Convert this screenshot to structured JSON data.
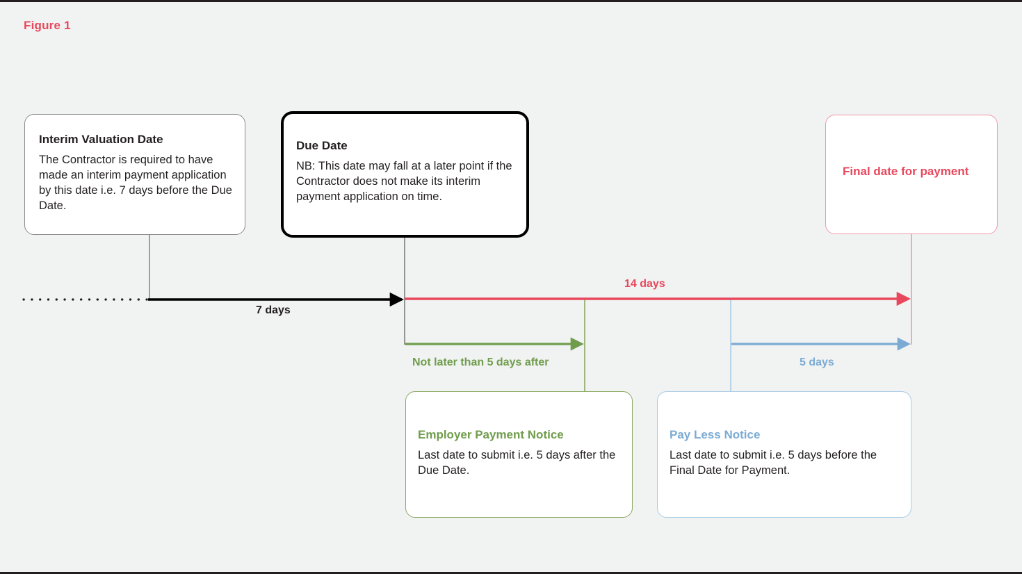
{
  "figure": {
    "label": "Figure 1",
    "accent_red": "#e8475c",
    "accent_green": "#709d4d",
    "accent_blue": "#7babd4",
    "accent_black": "#000000",
    "background": "#f1f2f2"
  },
  "nodes": {
    "interim_valuation": {
      "title": "Interim Valuation Date",
      "body": "The Contractor is required to have made an interim payment application by this date i.e. 7 days before the Due Date."
    },
    "due_date": {
      "title": "Due Date",
      "body": "NB: This date may fall at a later point if the Contractor does not make its interim payment application on time."
    },
    "final_date": {
      "title": "Final date for payment",
      "body": ""
    },
    "employer_payment_notice": {
      "title": "Employer Payment Notice",
      "body": "Last date to submit i.e. 5 days after the Due Date."
    },
    "pay_less_notice": {
      "title": "Pay Less Notice",
      "body": "Last date to submit i.e. 5 days before the Final Date for Payment."
    }
  },
  "edges": {
    "seven_days": "7 days",
    "fourteen_days": "14 days",
    "not_later_than_five_days_after": "Not later than 5 days after",
    "five_days": "5 days"
  }
}
